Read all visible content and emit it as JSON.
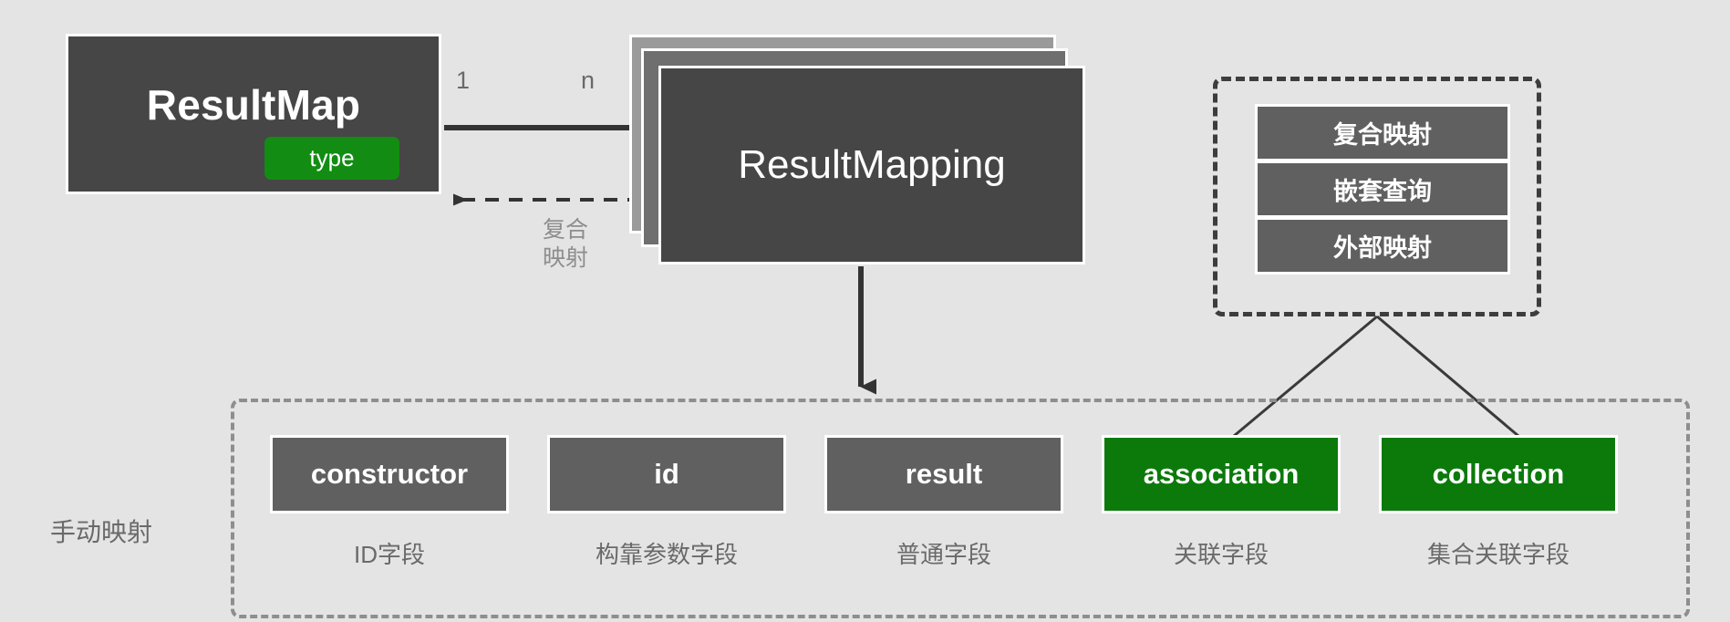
{
  "diagram": {
    "background_color": "#e4e4e4",
    "colors": {
      "dark_box": "#464646",
      "mid_box": "#606060",
      "green_badge": "#128c13",
      "green_box": "#0b7a0b",
      "label_gray": "#6a6a6a",
      "dashed_dark": "#3d3d3d",
      "dashed_light": "#8e8e8e"
    }
  },
  "result_map": {
    "title": "ResultMap",
    "badge": "type"
  },
  "result_mapping": {
    "title": "ResultMapping",
    "stack_count": 3
  },
  "relations": {
    "source_multiplicity": "1",
    "target_multiplicity": "n",
    "dashed_label_line1": "复合",
    "dashed_label_line2": "映射"
  },
  "composite_group": {
    "cells": [
      {
        "label": "复合映射"
      },
      {
        "label": "嵌套查询"
      },
      {
        "label": "外部映射"
      }
    ]
  },
  "manual_mapping": {
    "group_label": "手动映射",
    "items": [
      {
        "name": "constructor",
        "caption": "ID字段",
        "style": "gray"
      },
      {
        "name": "id",
        "caption": "构靠参数字段",
        "style": "gray"
      },
      {
        "name": "result",
        "caption": "普通字段",
        "style": "gray"
      },
      {
        "name": "association",
        "caption": "关联字段",
        "style": "green"
      },
      {
        "name": "collection",
        "caption": "集合关联字段",
        "style": "green"
      }
    ]
  }
}
